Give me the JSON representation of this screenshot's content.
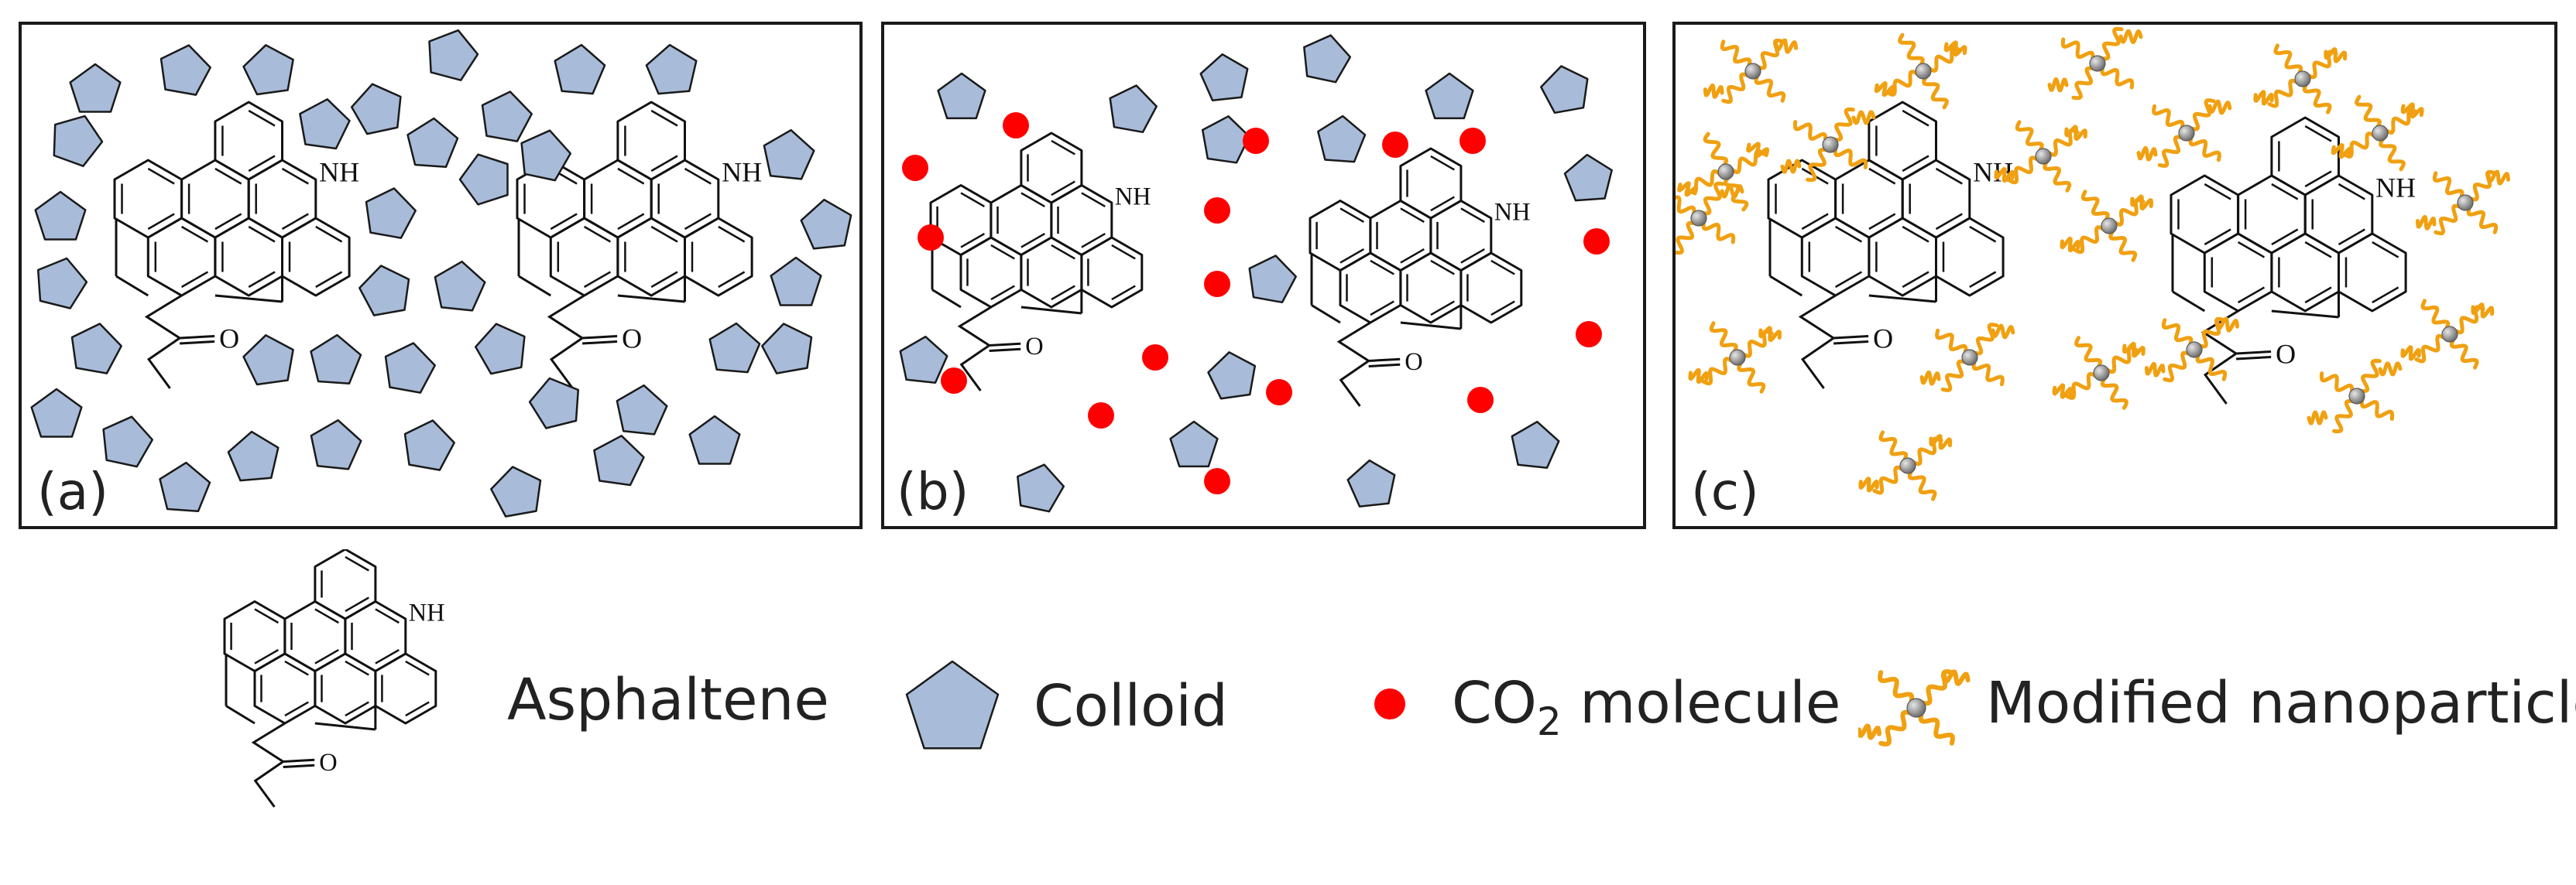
{
  "colors": {
    "colloid_fill": "#a8bcd9",
    "colloid_stroke": "#1a1a1a",
    "co2": "#ff0000",
    "nanoparticle_tail": "#f0a010",
    "nanoparticle_core": "#8c8c8c",
    "frame": "#1a1a1a"
  },
  "panels": [
    {
      "id": "a",
      "label": "(a)",
      "particle": "colloid"
    },
    {
      "id": "b",
      "label": "(b)",
      "particle": "co2"
    },
    {
      "id": "c",
      "label": "(c)",
      "particle": "nanoparticle"
    }
  ],
  "molecule": {
    "nh_label": "NH",
    "o_label": "O"
  },
  "legend": {
    "asphaltene": "Asphaltene",
    "colloid": "Colloid",
    "co2_main": "CO",
    "co2_sub": "2",
    "co2_tail": " molecule",
    "nanoparticles": "Modified nanoparticles"
  }
}
